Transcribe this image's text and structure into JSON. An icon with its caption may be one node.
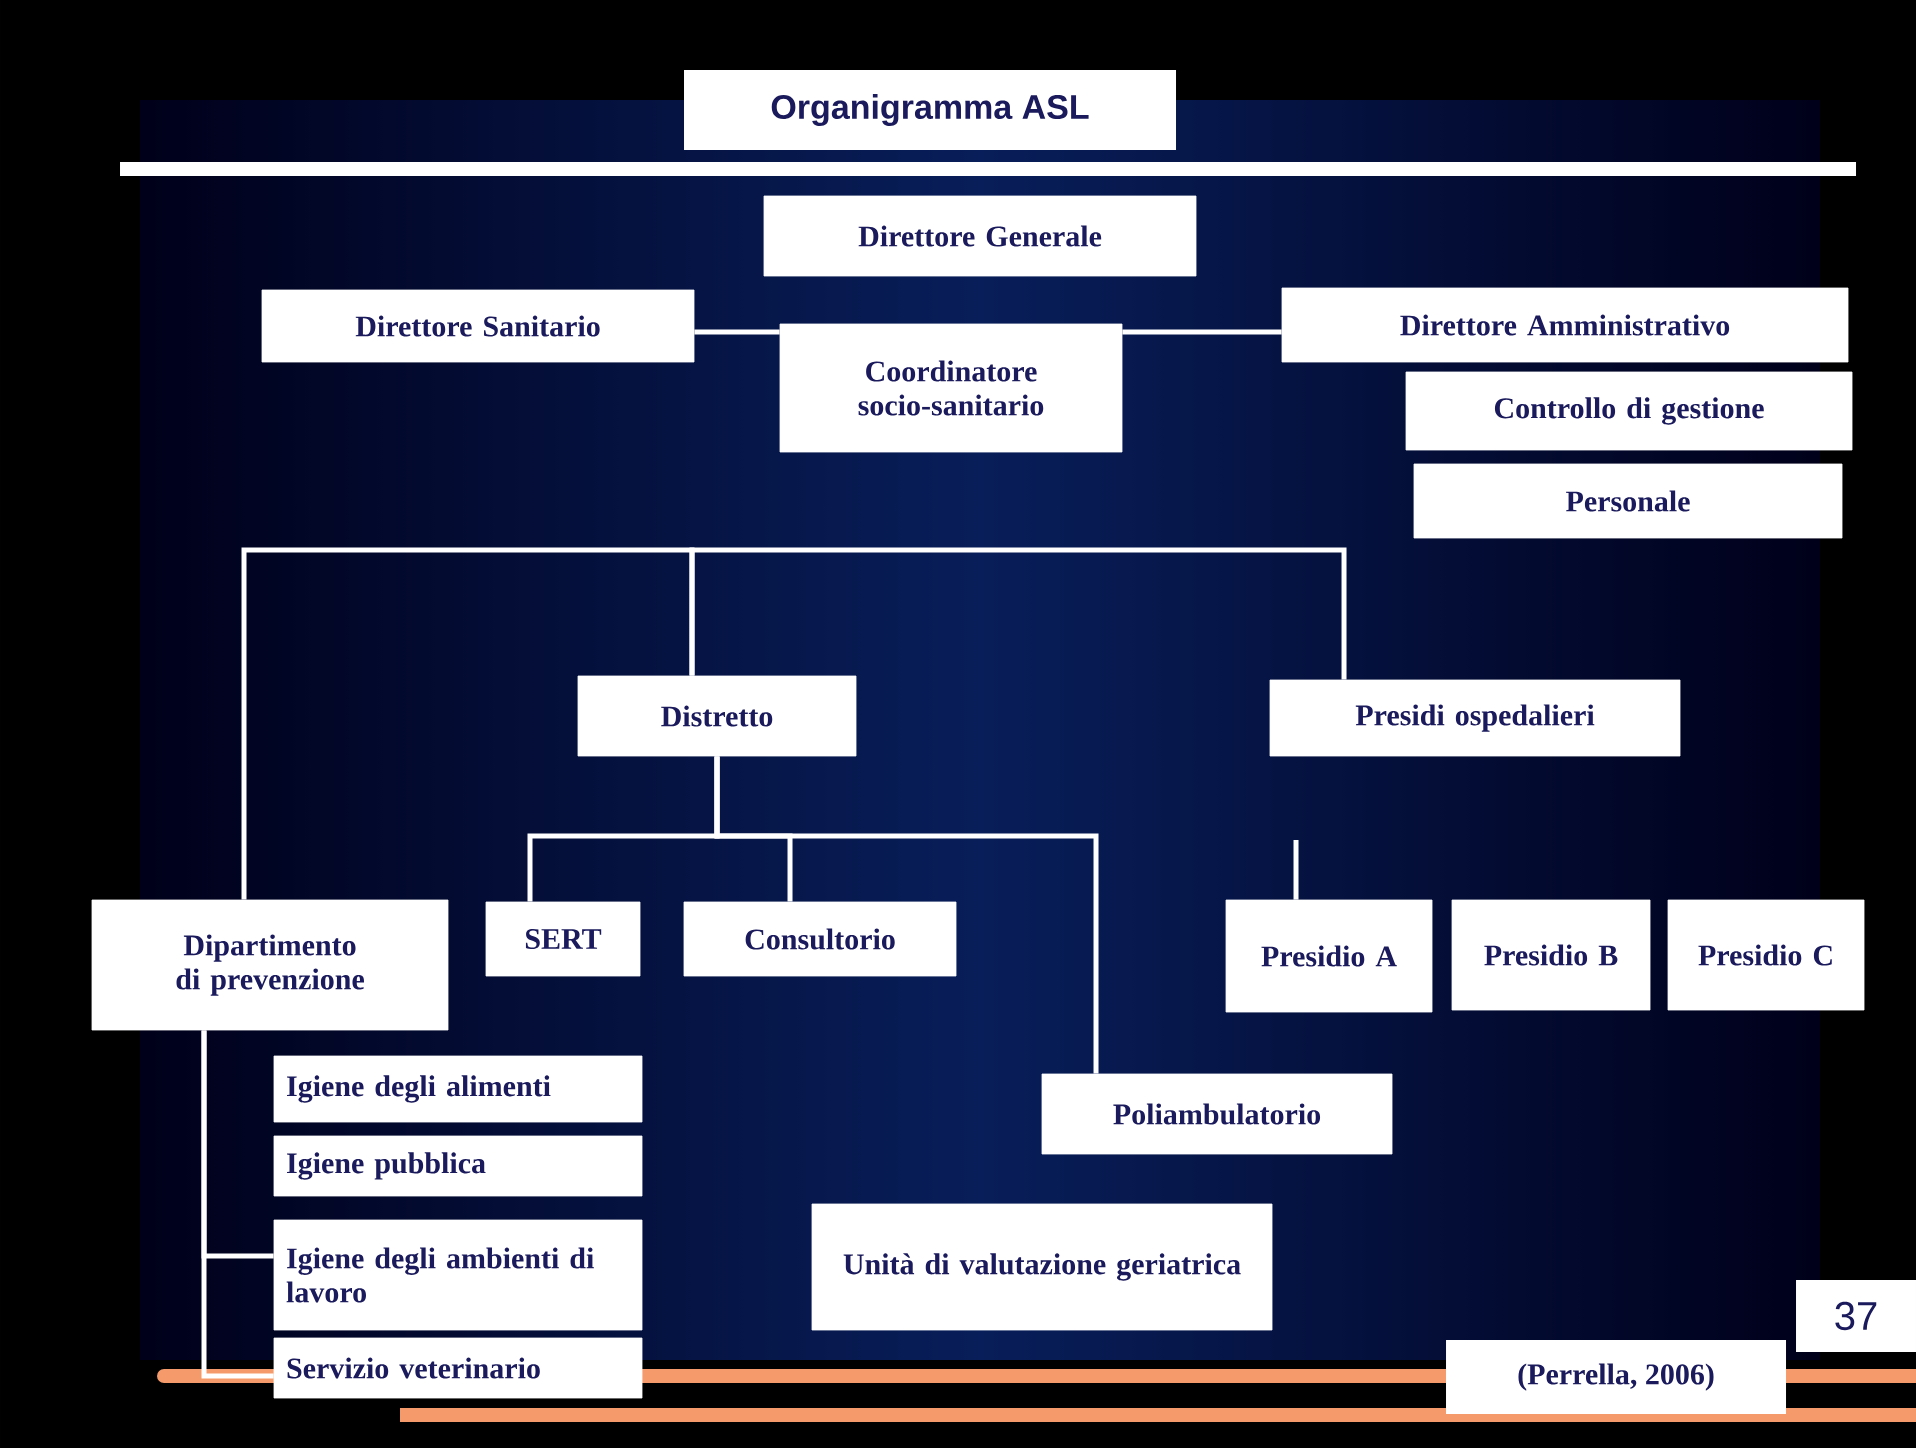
{
  "diagram": {
    "title": "Organigramma ASL",
    "nodes": [
      {
        "text": [
          "Direttore Generale"
        ]
      },
      {
        "text": [
          "Direttore Sanitario"
        ]
      },
      {
        "text": [
          "Coordinatore socio-sanitario"
        ]
      },
      {
        "text": [
          "Direttore Amministrativo"
        ]
      },
      {
        "text": [
          "Controllo di gestione"
        ]
      },
      {
        "text": [
          "Personale"
        ]
      },
      {
        "text": [
          "Distretto"
        ]
      },
      {
        "text": [
          "Presidi ospedalieri"
        ]
      },
      {
        "text": [
          "Dipartimento di prevenzione"
        ]
      },
      {
        "text": [
          "SERT"
        ]
      },
      {
        "text": [
          "Consultorio"
        ]
      },
      {
        "text": [
          "Presidio A"
        ]
      },
      {
        "text": [
          "Presidio B"
        ]
      },
      {
        "text": [
          "Presidio C"
        ]
      },
      {
        "text": [
          "Igiene degli alimenti"
        ]
      },
      {
        "text": [
          "Igiene pubblica"
        ]
      },
      {
        "text": [
          "Igiene degli ambienti di lavoro"
        ]
      },
      {
        "text": [
          "Servizio veterinario"
        ]
      },
      {
        "text": [
          "Poliambulatorio"
        ]
      },
      {
        "text": [
          "Unità di valutazione geriatrica"
        ]
      }
    ],
    "edges": [
      {
        "from": 1,
        "to": 2,
        "arrow": "none"
      },
      {
        "from": 2,
        "to": 3,
        "arrow": "none"
      },
      {
        "from": 8,
        "to": 6,
        "arrow": "none"
      },
      {
        "from": 6,
        "to": 7,
        "arrow": "none"
      },
      {
        "from": 6,
        "to": 9,
        "arrow": "none"
      },
      {
        "from": 6,
        "to": 10,
        "arrow": "none"
      },
      {
        "from": 6,
        "to": 18,
        "arrow": "none"
      },
      {
        "from": null,
        "to": 11,
        "arrow": "none"
      },
      {
        "from": 8,
        "to": 16,
        "arrow": "none"
      },
      {
        "from": 8,
        "to": 17,
        "arrow": "none"
      }
    ],
    "labels": [
      "(Perrella, 2006)",
      "37"
    ]
  }
}
